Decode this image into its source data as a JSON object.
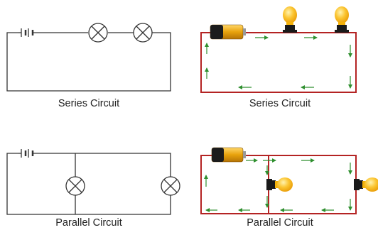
{
  "captions": {
    "series_schematic": "Series Circuit",
    "series_pictorial": "Series Circuit",
    "parallel_schematic": "Parallel Circuit",
    "parallel_pictorial": "Parallel Circuit"
  },
  "colors": {
    "schematic_wire": "#333333",
    "pictorial_wire": "#b42323",
    "current_arrow": "#2f8f2f",
    "battery_body": "#e8a20c",
    "battery_band": "#1c1c1c",
    "bulb_glass": "#fbb50b",
    "bulb_base": "#1a1a1a"
  },
  "icons": {
    "battery": "battery-icon",
    "bulb": "lightbulb-icon",
    "lamp_symbol": "lamp-symbol-icon",
    "cell_symbol": "cell-symbol-icon",
    "arrow": "current-arrow-icon"
  }
}
